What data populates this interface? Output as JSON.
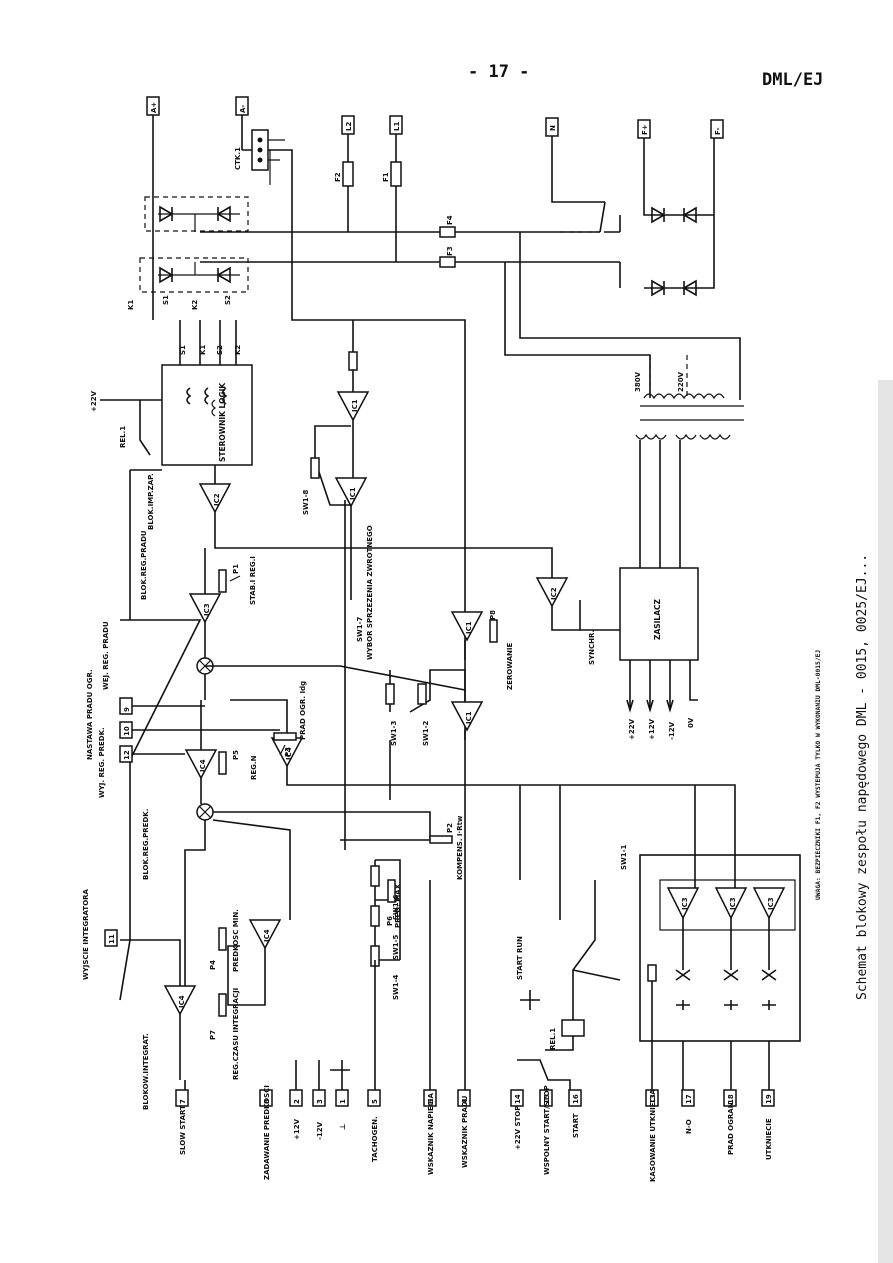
{
  "header": {
    "page_number": "- 17 -",
    "doc_code": "DML/EJ"
  },
  "caption": "Schemat blokowy zespołu napędowego  DML - 0015, 0025/EJ...",
  "note": "UWAGA: BEZPIECZNIKI F1, F2 WYSTEPUJA TYLKO W WYKONANIU DML-0015/EJ",
  "terminals_top": [
    "A+",
    "A-",
    "L2",
    "L1",
    "N",
    "F+",
    "F-"
  ],
  "terminals_bottom": [
    {
      "num": "7",
      "label": "SLOW START"
    },
    {
      "num": "8",
      "label": "ZADAWANIE PREDKOSCI"
    },
    {
      "num": "2",
      "label": "+12V"
    },
    {
      "num": "3",
      "label": "-12V"
    },
    {
      "num": "1",
      "label": "⊥"
    },
    {
      "num": "5",
      "label": "TACHOGEN."
    },
    {
      "num": "6",
      "label": "WSKAZNIK NAPIECIA"
    },
    {
      "num": "4",
      "label": "WSKAZNIK PRADU"
    },
    {
      "num": "14",
      "label": "+22V STOP"
    },
    {
      "num": "15",
      "label": "WSPOLNY START/STOP"
    },
    {
      "num": "16",
      "label": "START"
    },
    {
      "num": "13",
      "label": "KASOWANIE UTKNIECIA"
    },
    {
      "num": "17",
      "label": "N-O"
    },
    {
      "num": "18",
      "label": "PRAD OGRAN."
    },
    {
      "num": "19",
      "label": "UTKNIECIE"
    }
  ],
  "terminals_mid": [
    {
      "num": "11",
      "label": "WYJSCIE INTEGRATORA"
    },
    {
      "num": "12",
      "label": "WYJ. REG. PREDK."
    },
    {
      "num": "10",
      "label": "NASTAWA PRADU OGR."
    },
    {
      "num": "9",
      "label": "WEJ. REG. PRADU"
    }
  ],
  "labels": {
    "ctk": "CTK.1",
    "f1": "F1",
    "f2": "F2",
    "f3": "F3",
    "f4": "F4",
    "k1": "K1",
    "s1": "S1",
    "k2": "K2",
    "s2": "S2",
    "pulse_pins": [
      "S1",
      "K1",
      "S2",
      "K2"
    ],
    "v22": "+22V",
    "rel1": "REL.1",
    "sterownik": "STEROWNIK LOGIK",
    "blok_imp": "BLOK.IMP.ZAP.",
    "blok_reg_pradu": "BLOK.REG.PRADU",
    "blok_reg_predk": "BLOK.REG.PREDK.",
    "blok_integrat": "BLOKOW.INTEGRAT.",
    "stab": "STAB.I REG.I",
    "reg_n": "REG.N",
    "prad_ogr": "PRAD OGR. Idg",
    "kompens": "KOMPENS. I·Rtw",
    "pred_max": "PRED. MAX",
    "predkosc_min": "PREDKOSC MIN.",
    "reg_czasu": "REG.CZASU INTEGRACJI",
    "wybor": "WYBOR SPRZEZENIA ZWROTNEGO",
    "zerowanie": "ZEROWANIE",
    "synchr": "SYNCHR.",
    "zasilacz": "ZASILACZ",
    "v380": "380V",
    "v220": "220V",
    "sw": [
      "SW1-1",
      "SW1-2",
      "SW1-3",
      "SW1-4",
      "SW1-5",
      "SW1-6",
      "SW1-7",
      "SW1-8"
    ],
    "start_run": "START RUN",
    "ics": [
      "IC1",
      "IC2",
      "IC3",
      "IC4"
    ],
    "pots": [
      "P1",
      "P2",
      "P3",
      "P4",
      "P5",
      "P6",
      "P7",
      "P8"
    ],
    "psu_out": [
      "+22V",
      "+12V",
      "-12V",
      "0V"
    ]
  }
}
